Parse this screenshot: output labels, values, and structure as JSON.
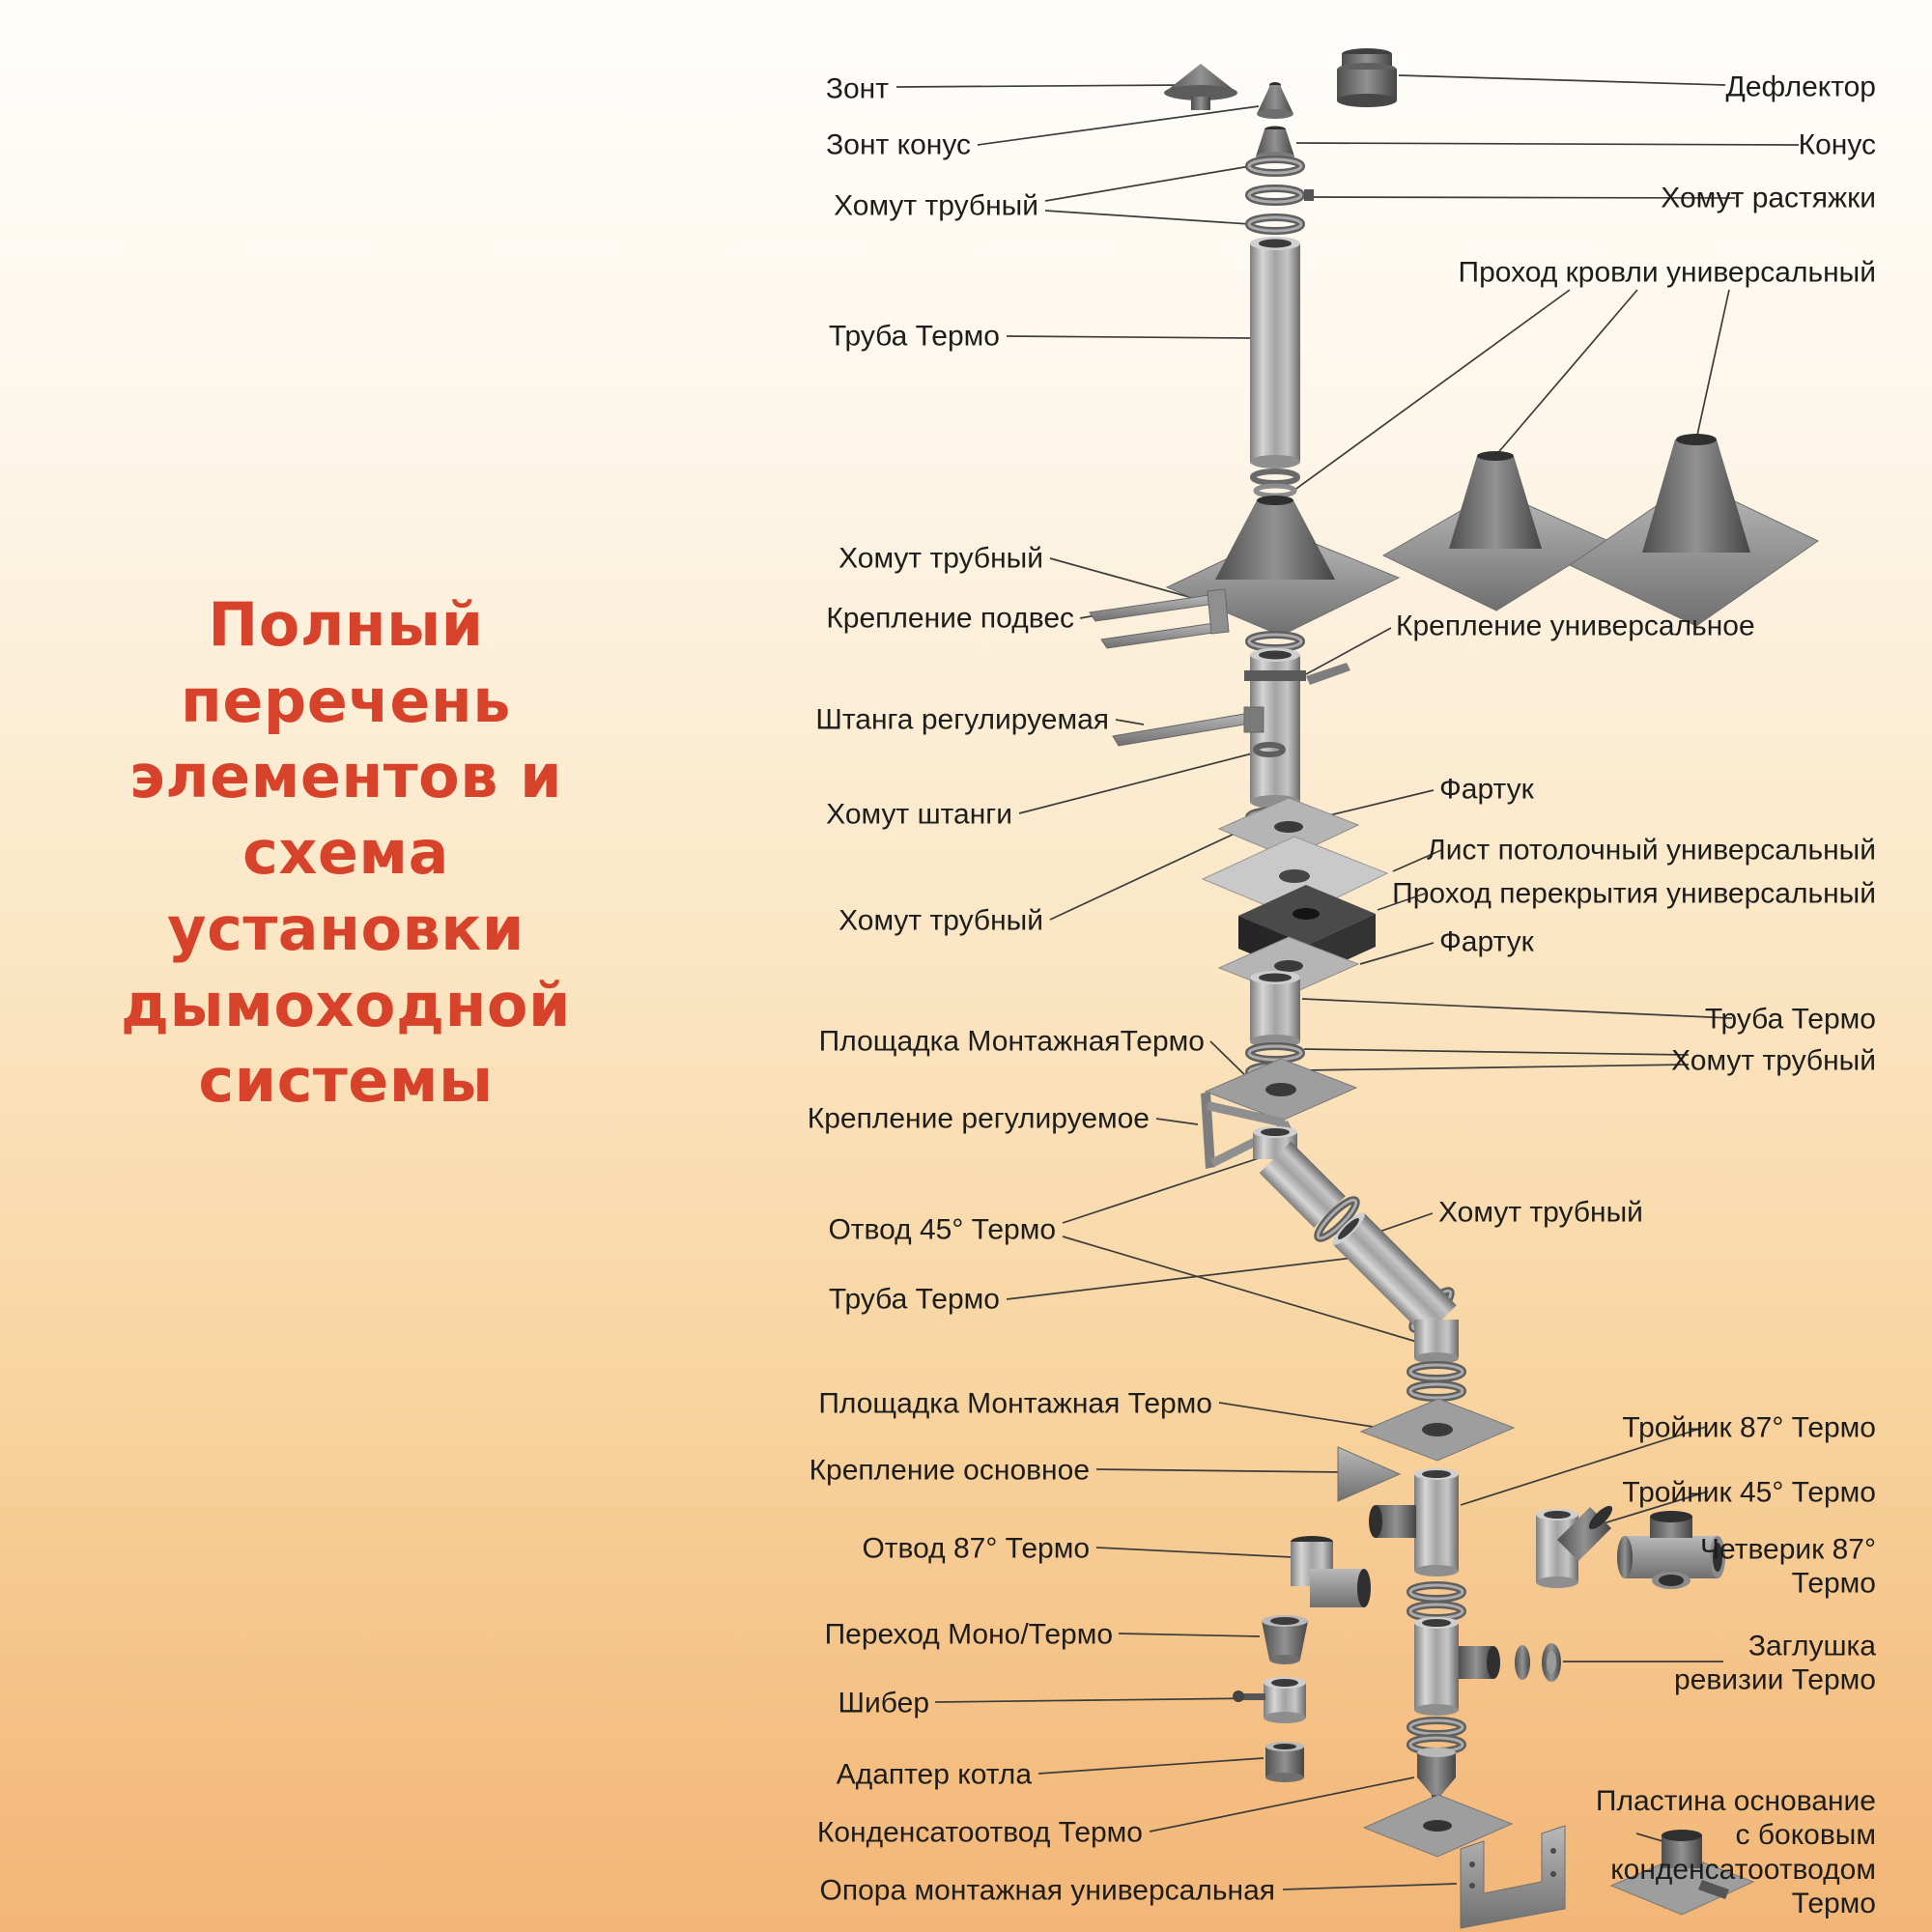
{
  "title": {
    "lines": [
      "Полный перечень",
      "элементов и схема",
      "установки",
      "дымоходной",
      "системы"
    ]
  },
  "labels_left": [
    {
      "text": "Зонт"
    },
    {
      "text": "Зонт конус"
    },
    {
      "text": "Хомут трубный"
    },
    {
      "text": "Труба Термо"
    },
    {
      "text": "Хомут трубный"
    },
    {
      "text": "Крепление подвес"
    },
    {
      "text": "Штанга регулируемая"
    },
    {
      "text": "Хомут штанги"
    },
    {
      "text": "Хомут трубный"
    },
    {
      "text": "Площадка МонтажнаяТермо"
    },
    {
      "text": "Крепление регулируемое"
    },
    {
      "text": "Отвод 45° Термо"
    },
    {
      "text": "Труба Термо"
    },
    {
      "text": "Площадка Монтажная Термо"
    },
    {
      "text": "Крепление основное"
    },
    {
      "text": "Отвод 87° Термо"
    },
    {
      "text": "Переход Моно/Термо"
    },
    {
      "text": "Шибер"
    },
    {
      "text": "Адаптер котла"
    },
    {
      "text": "Конденсатоотвод Термо"
    },
    {
      "text": "Опора монтажная универсальная"
    }
  ],
  "labels_right": [
    {
      "text": "Дефлектор"
    },
    {
      "text": "Конус"
    },
    {
      "text": "Хомут растяжки"
    },
    {
      "text": "Проход кровли универсальный"
    },
    {
      "text": "Крепление универсальное"
    },
    {
      "text": "Фартук"
    },
    {
      "text": "Лист потолочный универсальный"
    },
    {
      "text": "Проход перекрытия универсальный"
    },
    {
      "text": "Фартук"
    },
    {
      "text": "Труба Термо"
    },
    {
      "text": "Хомут трубный"
    },
    {
      "text": "Хомут трубный"
    },
    {
      "text": "Тройник 87° Термо"
    },
    {
      "text": "Тройник 45° Термо"
    },
    {
      "text": "Четверик 87° Термо"
    },
    {
      "text": "Заглушка ревизии Термо"
    },
    {
      "text": "Пластина основание с боковым конденсатоотводом Термо"
    }
  ],
  "colors": {
    "title": "#d7432a",
    "label_text": "#1d1d1b",
    "leader_line": "#3c3c3b",
    "background_top": "#fffefc",
    "background_bottom": "#f2b678",
    "metal_light": "#d2d2d2",
    "metal_dark": "#4a4a4a"
  }
}
